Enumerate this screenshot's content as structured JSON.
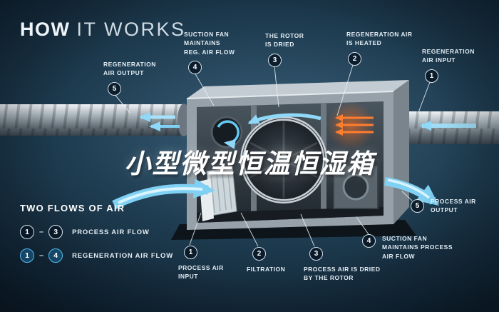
{
  "title": {
    "bold": "HOW",
    "light": "IT WORKS"
  },
  "watermark": "小型微型恒温恒湿箱",
  "callouts": [
    {
      "num": "5",
      "label": "REGENERATION\nAIR OUTPUT"
    },
    {
      "num": "4",
      "label": "SUCTION FAN\nMAINTAINS\nREG. AIR FLOW"
    },
    {
      "num": "3",
      "label": "THE ROTOR\nIS DRIED"
    },
    {
      "num": "2",
      "label": "REGENERATION AIR\nIS HEATED"
    },
    {
      "num": "1",
      "label": "REGENERATION\nAIR INPUT"
    },
    {
      "num": "5",
      "label": "PROCESS AIR\nOUTPUT"
    },
    {
      "num": "4",
      "label": "SUCTION FAN\nMAINTAINS PROCESS\nAIR FLOW"
    },
    {
      "num": "1",
      "label": "PROCESS AIR\nINPUT"
    },
    {
      "num": "2",
      "label": "FILTRATION"
    },
    {
      "num": "3",
      "label": "PROCESS AIR IS DRIED\nBY THE ROTOR"
    }
  ],
  "legend": {
    "heading": "TWO FLOWS OF AIR",
    "separator": "–",
    "rows": [
      {
        "start": "1",
        "end": "3",
        "label": "PROCESS AIR FLOW"
      },
      {
        "start": "1",
        "end": "4",
        "label": "REGENERATION AIR FLOW"
      }
    ]
  },
  "colors": {
    "background": "#0d1b2a",
    "accent_blue": "#29abe2",
    "heater_orange": "#ff7a2a",
    "text": "#e2ecf3",
    "circle_border": "#d5e4ee"
  }
}
